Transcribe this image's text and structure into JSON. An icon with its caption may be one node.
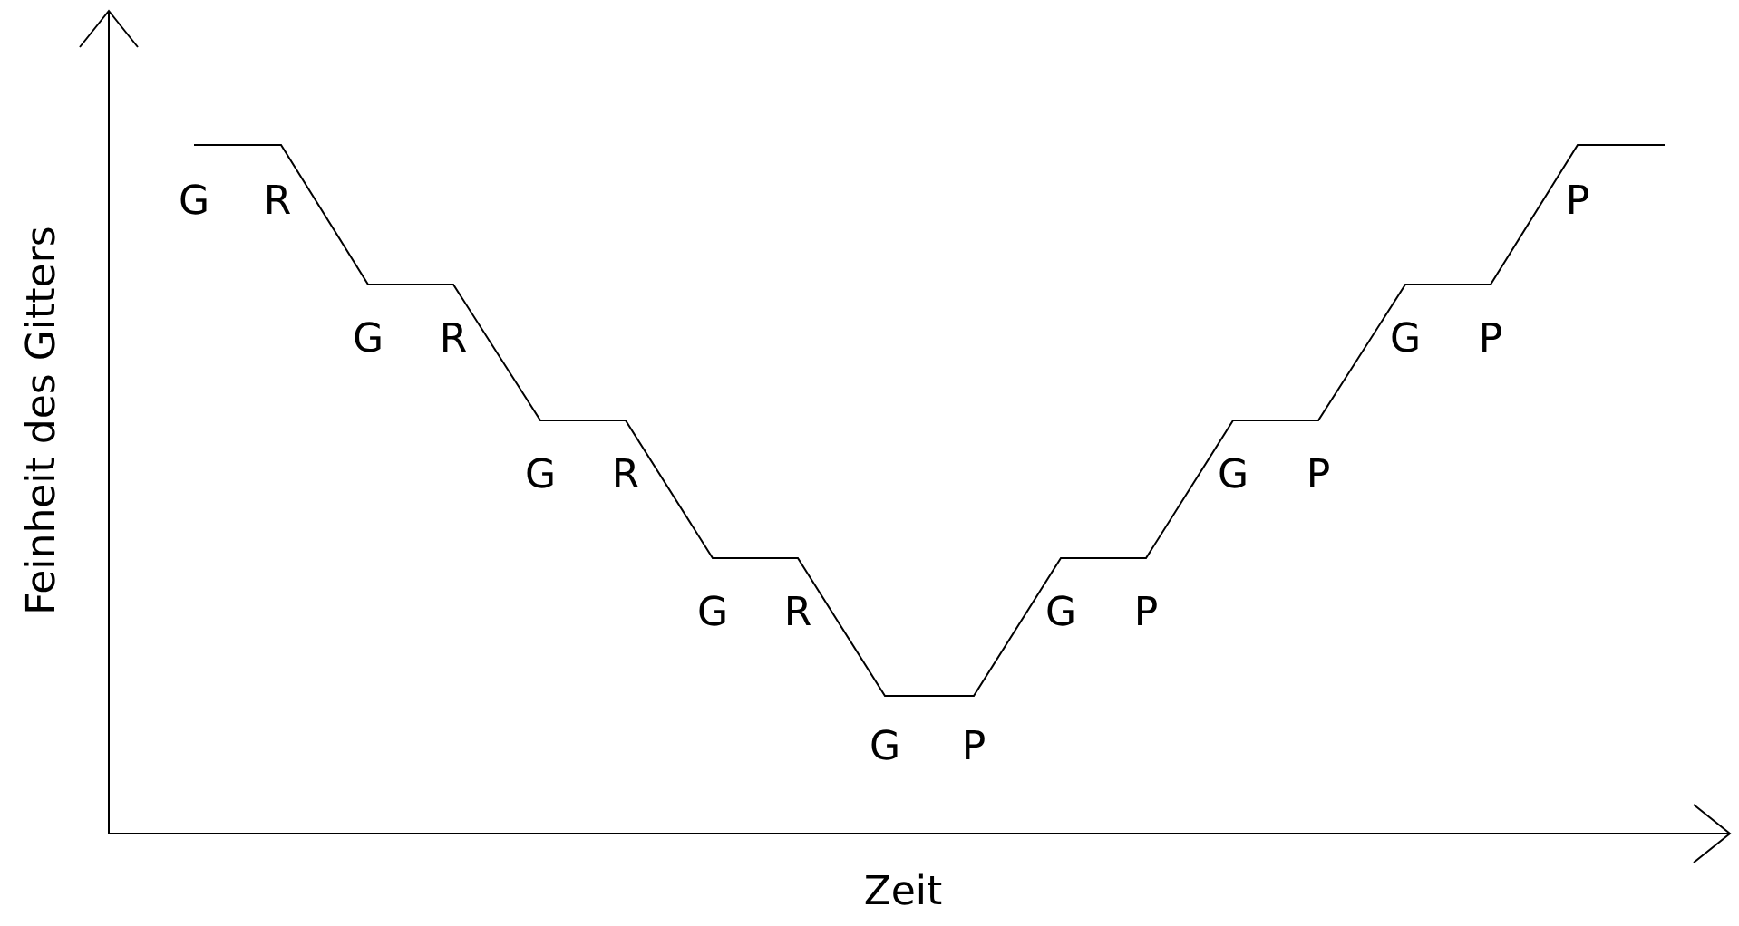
{
  "diagram": {
    "labels": [
      "Feinheit des Gitters",
      "G",
      "R",
      "G",
      "R",
      "G",
      "R",
      "G",
      "R",
      "G",
      "P",
      "G",
      "P",
      "G",
      "P",
      "G",
      "P",
      "P",
      "Zeit"
    ]
  }
}
